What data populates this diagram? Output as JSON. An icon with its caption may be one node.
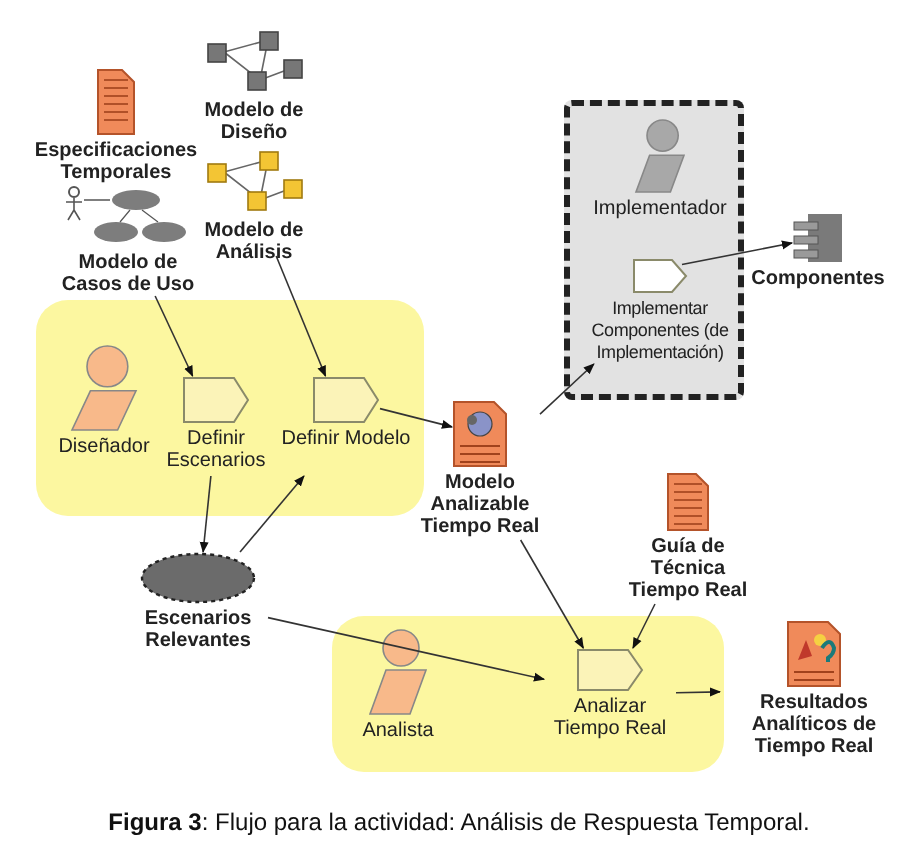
{
  "diagram": {
    "caption": "**Figura 3**: Flujo para la actividad: Análisis de Respuesta Temporal.",
    "nodes": [
      {
        "text": [
          "Especificaciones Temporales"
        ]
      },
      {
        "text": [
          "Modelo de Diseño"
        ]
      },
      {
        "text": [
          "Modelo de Casos de Uso"
        ]
      },
      {
        "text": [
          "Modelo de Análisis"
        ]
      },
      {
        "text": [],
        "shape": "box"
      },
      {
        "text": [
          "Diseñador"
        ],
        "in": 4
      },
      {
        "text": [
          "Definir Escenarios"
        ],
        "in": 4
      },
      {
        "text": [
          "Definir Modelo"
        ],
        "in": 4
      },
      {
        "text": [
          "Modelo Analizable Tiempo Real"
        ]
      },
      {
        "text": [],
        "shape": "box"
      },
      {
        "text": [
          "Implementador"
        ],
        "in": 9
      },
      {
        "text": [
          "Implementar Componentes (de Implementación)"
        ],
        "in": 9
      },
      {
        "text": [
          "Componentes"
        ]
      },
      {
        "text": [
          "Escenarios Relevantes"
        ]
      },
      {
        "text": [
          "Guía de Técnica Tiempo Real"
        ]
      },
      {
        "text": [],
        "shape": "box"
      },
      {
        "text": [
          "Analista"
        ],
        "in": 15
      },
      {
        "text": [
          "Analizar Tiempo Real"
        ],
        "in": 15
      },
      {
        "text": [
          "Resultados Analíticos de Tiempo Real"
        ]
      }
    ],
    "edges": [
      {
        "from": 2,
        "to": 6,
        "arrow": "to"
      },
      {
        "from": 3,
        "to": 7,
        "arrow": "to"
      },
      {
        "from": 7,
        "to": 8,
        "arrow": "to"
      },
      {
        "from": 6,
        "to": 13,
        "arrow": "to"
      },
      {
        "from": 13,
        "to": 7,
        "arrow": "to"
      },
      {
        "from": 8,
        "to": 11,
        "arrow": "to"
      },
      {
        "from": 11,
        "to": 12,
        "arrow": "to"
      },
      {
        "from": 8,
        "to": 17,
        "arrow": "to"
      },
      {
        "from": 13,
        "to": 17,
        "arrow": "to"
      },
      {
        "from": 14,
        "to": 17,
        "arrow": "to"
      },
      {
        "from": 17,
        "to": 18,
        "arrow": "to"
      }
    ]
  }
}
